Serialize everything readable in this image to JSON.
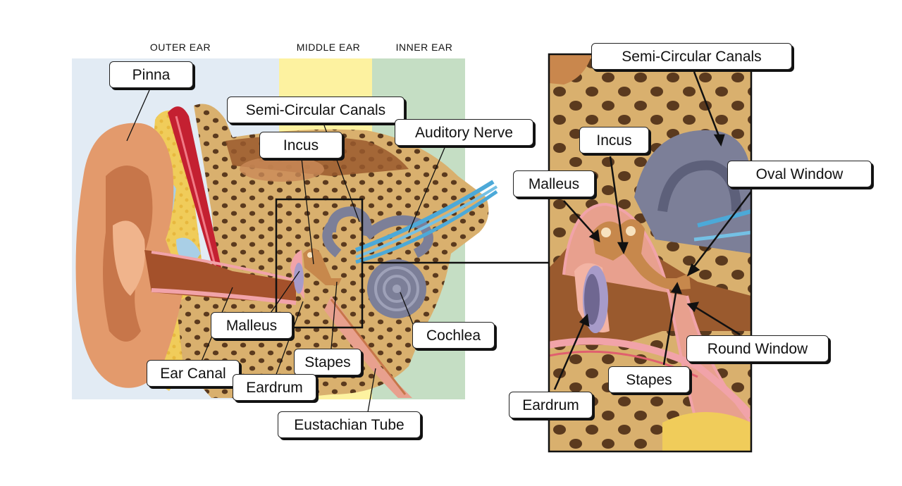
{
  "regions": {
    "outer_ear": "OUTER EAR",
    "middle_ear": "MIDDLE EAR",
    "inner_ear": "INNER EAR"
  },
  "main_labels": {
    "pinna": "Pinna",
    "semi_circular_canals": "Semi-Circular Canals",
    "incus": "Incus",
    "auditory_nerve": "Auditory Nerve",
    "malleus": "Malleus",
    "cochlea": "Cochlea",
    "ear_canal": "Ear Canal",
    "stapes": "Stapes",
    "eardrum": "Eardrum",
    "eustachian_tube": "Eustachian Tube"
  },
  "detail_labels": {
    "semi_circular_canals": "Semi-Circular Canals",
    "incus": "Incus",
    "oval_window": "Oval Window",
    "malleus": "Malleus",
    "round_window": "Round Window",
    "stapes": "Stapes",
    "eardrum": "Eardrum"
  },
  "colors": {
    "outer_ear_bg": "#e2ebf4",
    "middle_ear_bg": "#fdf2a0",
    "inner_ear_bg": "#c5dec4",
    "skin": "#e39a6c",
    "bone": "#d9b06e",
    "bone_spots": "#5b3a1e",
    "cochlea": "#7c7f98",
    "nerve": "#4ca9d8"
  }
}
